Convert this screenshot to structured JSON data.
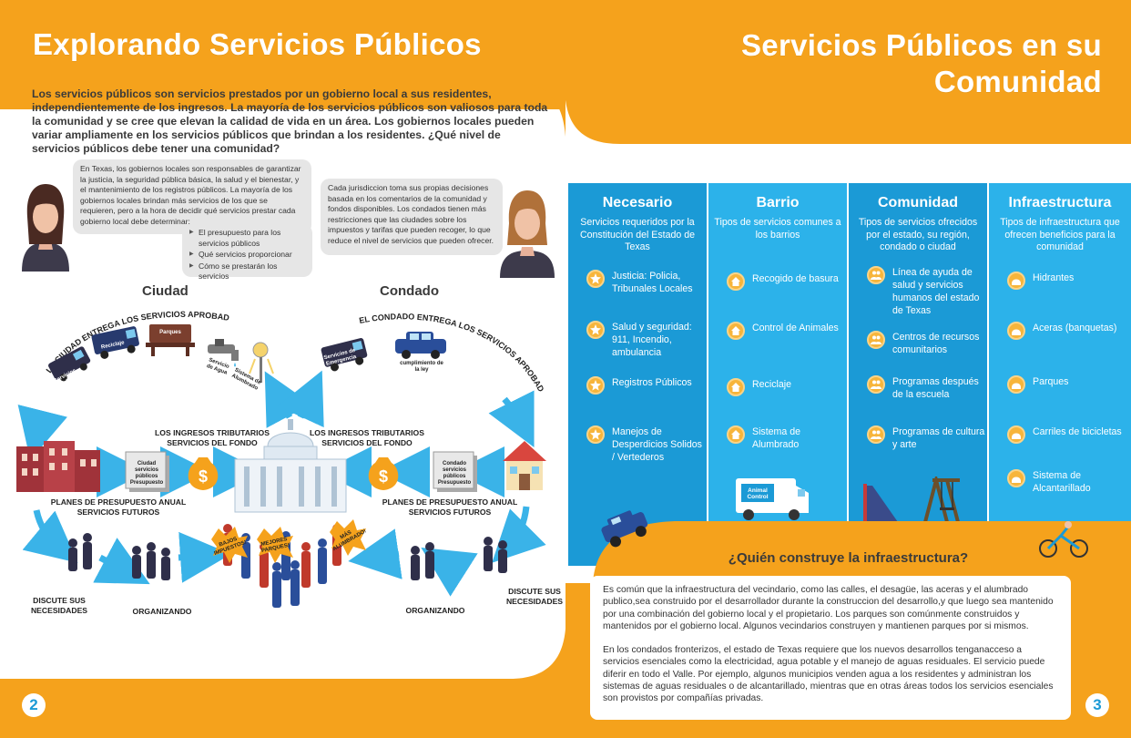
{
  "left_page": {
    "title": "Explorando Servicios Públicos",
    "intro": "Los servicios públicos son servicios prestados por un gobierno local a sus residentes, independientemente de los ingresos. La mayoría de los servicios públicos son valiosos para toda la comunidad y se cree que elevan la calidad de vida en un área. Los gobiernos locales pueden variar ampliamente en los servicios públicos que brindan a los residentes. ¿Qué nivel de servicios públicos debe tener una comunidad?",
    "bubble_left": "En Texas, los gobiernos locales son responsables de garantizar la justicia, la seguridad pública básica, la salud y el bienestar, y el mantenimiento de los registros públicos. La mayoría de los gobiernos locales brindan más servicios de los que se requieren, pero a la hora de decidir qué servicios prestar cada gobierno local debe determinar:",
    "bubble_list": [
      "El presupuesto para los servicios públicos",
      "Qué servicios proporcionar",
      "Cómo se prestarán los servicios"
    ],
    "bubble_right": "Cada jurisdiccion toma sus propias decisiones basada en los comentarios de la comunidad y fondos disponibles. Los condados tienen más restricciones que las ciudades sobre los impuestos y tarifas que pueden recoger, lo que reduce el nivel de servicios que pueden ofrecer.",
    "diagram": {
      "ciudad": "Ciudad",
      "condado": "Condado",
      "ciudad_arc": "LA CIUDAD ENTREGA LOS SERVICIOS APROBADOS",
      "condado_arc": "EL CONDADO ENTREGA LOS SERVICIOS APROBADOS",
      "ingresos_left": "LOS INGRESOS TRIBUTARIOS SERVICIOS DEL FONDO",
      "ingresos_right": "LOS INGRESOS TRIBUTARIOS SERVICIOS DEL FONDO",
      "planes_left": "PLANES DE PRESUPUESTO ANUAL SERVICIOS FUTUROS",
      "planes_right": "PLANES DE PRESUPUESTO ANUAL SERVICIOS FUTUROS",
      "discute_left": "DISCUTE SUS NECESIDADES",
      "discute_right": "DISCUTE SUS NECESIDADES",
      "organizando_left": "ORGANIZANDO",
      "organizando_right": "ORGANIZANDO",
      "doc_ciudad": "Ciudad servicios públicos Presupuesto",
      "doc_condado": "Condado servicios públicos Presupuesto",
      "truck_emergencia": "Servicios de Emergencia",
      "truck_reciclaje": "Reciclaje",
      "bench_parques": "Parques",
      "servicio_agua": "Servicio de Agua",
      "alumbrado": "Sistema de Alumbrado",
      "truck_emergencia_condado": "Servicios de Emergencia",
      "ley": "cumplimiento de la ley",
      "sign_impuestos": "BAJOS IMPUESTOS!",
      "sign_parques": "MEJORES PARQUES!",
      "sign_alumbrado": "MÁS ALUMBRADO!"
    },
    "page_number": "2"
  },
  "right_page": {
    "title_line1": "Servicios Públicos en su",
    "title_line2": "Comunidad",
    "columns": [
      {
        "title": "Necesario",
        "description": "Servicios requeridos por la Constitución del Estado de Texas",
        "items": [
          "Justicia: Policia, Tribunales Locales",
          "Salud y seguridad: 911, Incendio, ambulancia",
          "Registros Públicos",
          "Manejos de Desperdicios Solidos / Vertederos"
        ]
      },
      {
        "title": "Barrio",
        "description": "Tipos de servicios comunes a los barrios",
        "items": [
          "Recogido de basura",
          "Control de Animales",
          "Reciclaje",
          "Sistema de Alumbrado"
        ]
      },
      {
        "title": "Comunidad",
        "description": "Tipos de servicios ofrecidos por el estado, su región, condado o ciudad",
        "items": [
          "Línea de ayuda de salud y servicios humanos del estado de Texas",
          "Centros de recursos comunitarios",
          "Programas después de la escuela",
          "Programas de cultura y arte"
        ]
      },
      {
        "title": "Infraestructura",
        "description": "Tipos de infraestructura que ofrecen beneficios para la comunidad",
        "items": [
          "Hidrantes",
          "Aceras (banquetas)",
          "Parques",
          "Carriles de bicicletas",
          "Sistema de Alcantarillado"
        ]
      }
    ],
    "animal_control_label": "Animal Control",
    "infra_heading": "¿Quién construye la infraestructura?",
    "infra_p1": "Es  común que la infraestructura del vecindario, como las calles, el desagüe, las aceras y el alumbrado publico,sea construido por el desarrollador durante la construccion del desarrollo,y que luego sea mantenido por una combinación del gobierno local y el propietario. Los parques son comúnmente construidos y mantenidos por el gobierno local. Algunos vecindarios construyen y mantienen parques por si mismos.",
    "infra_p2": "En los condados fronterizos, el estado de Texas requiere que los nuevos desarrollos tenganacceso a servicios esenciales como la electricidad, agua potable y el manejo de aguas residuales. El servicio puede diferir en todo el Valle. Por ejemplo, algunos municipios venden agua a los residentes y administran los sistemas de aguas residuales o de alcantarillado, mientras que en otras áreas todos los servicios esenciales son provistos por compañías privadas.",
    "page_number": "3"
  },
  "colors": {
    "orange": "#F5A21C",
    "blue_dark": "#1B9AD6",
    "blue_light": "#2CB2EA",
    "icon_yellow": "#F7B53B"
  }
}
